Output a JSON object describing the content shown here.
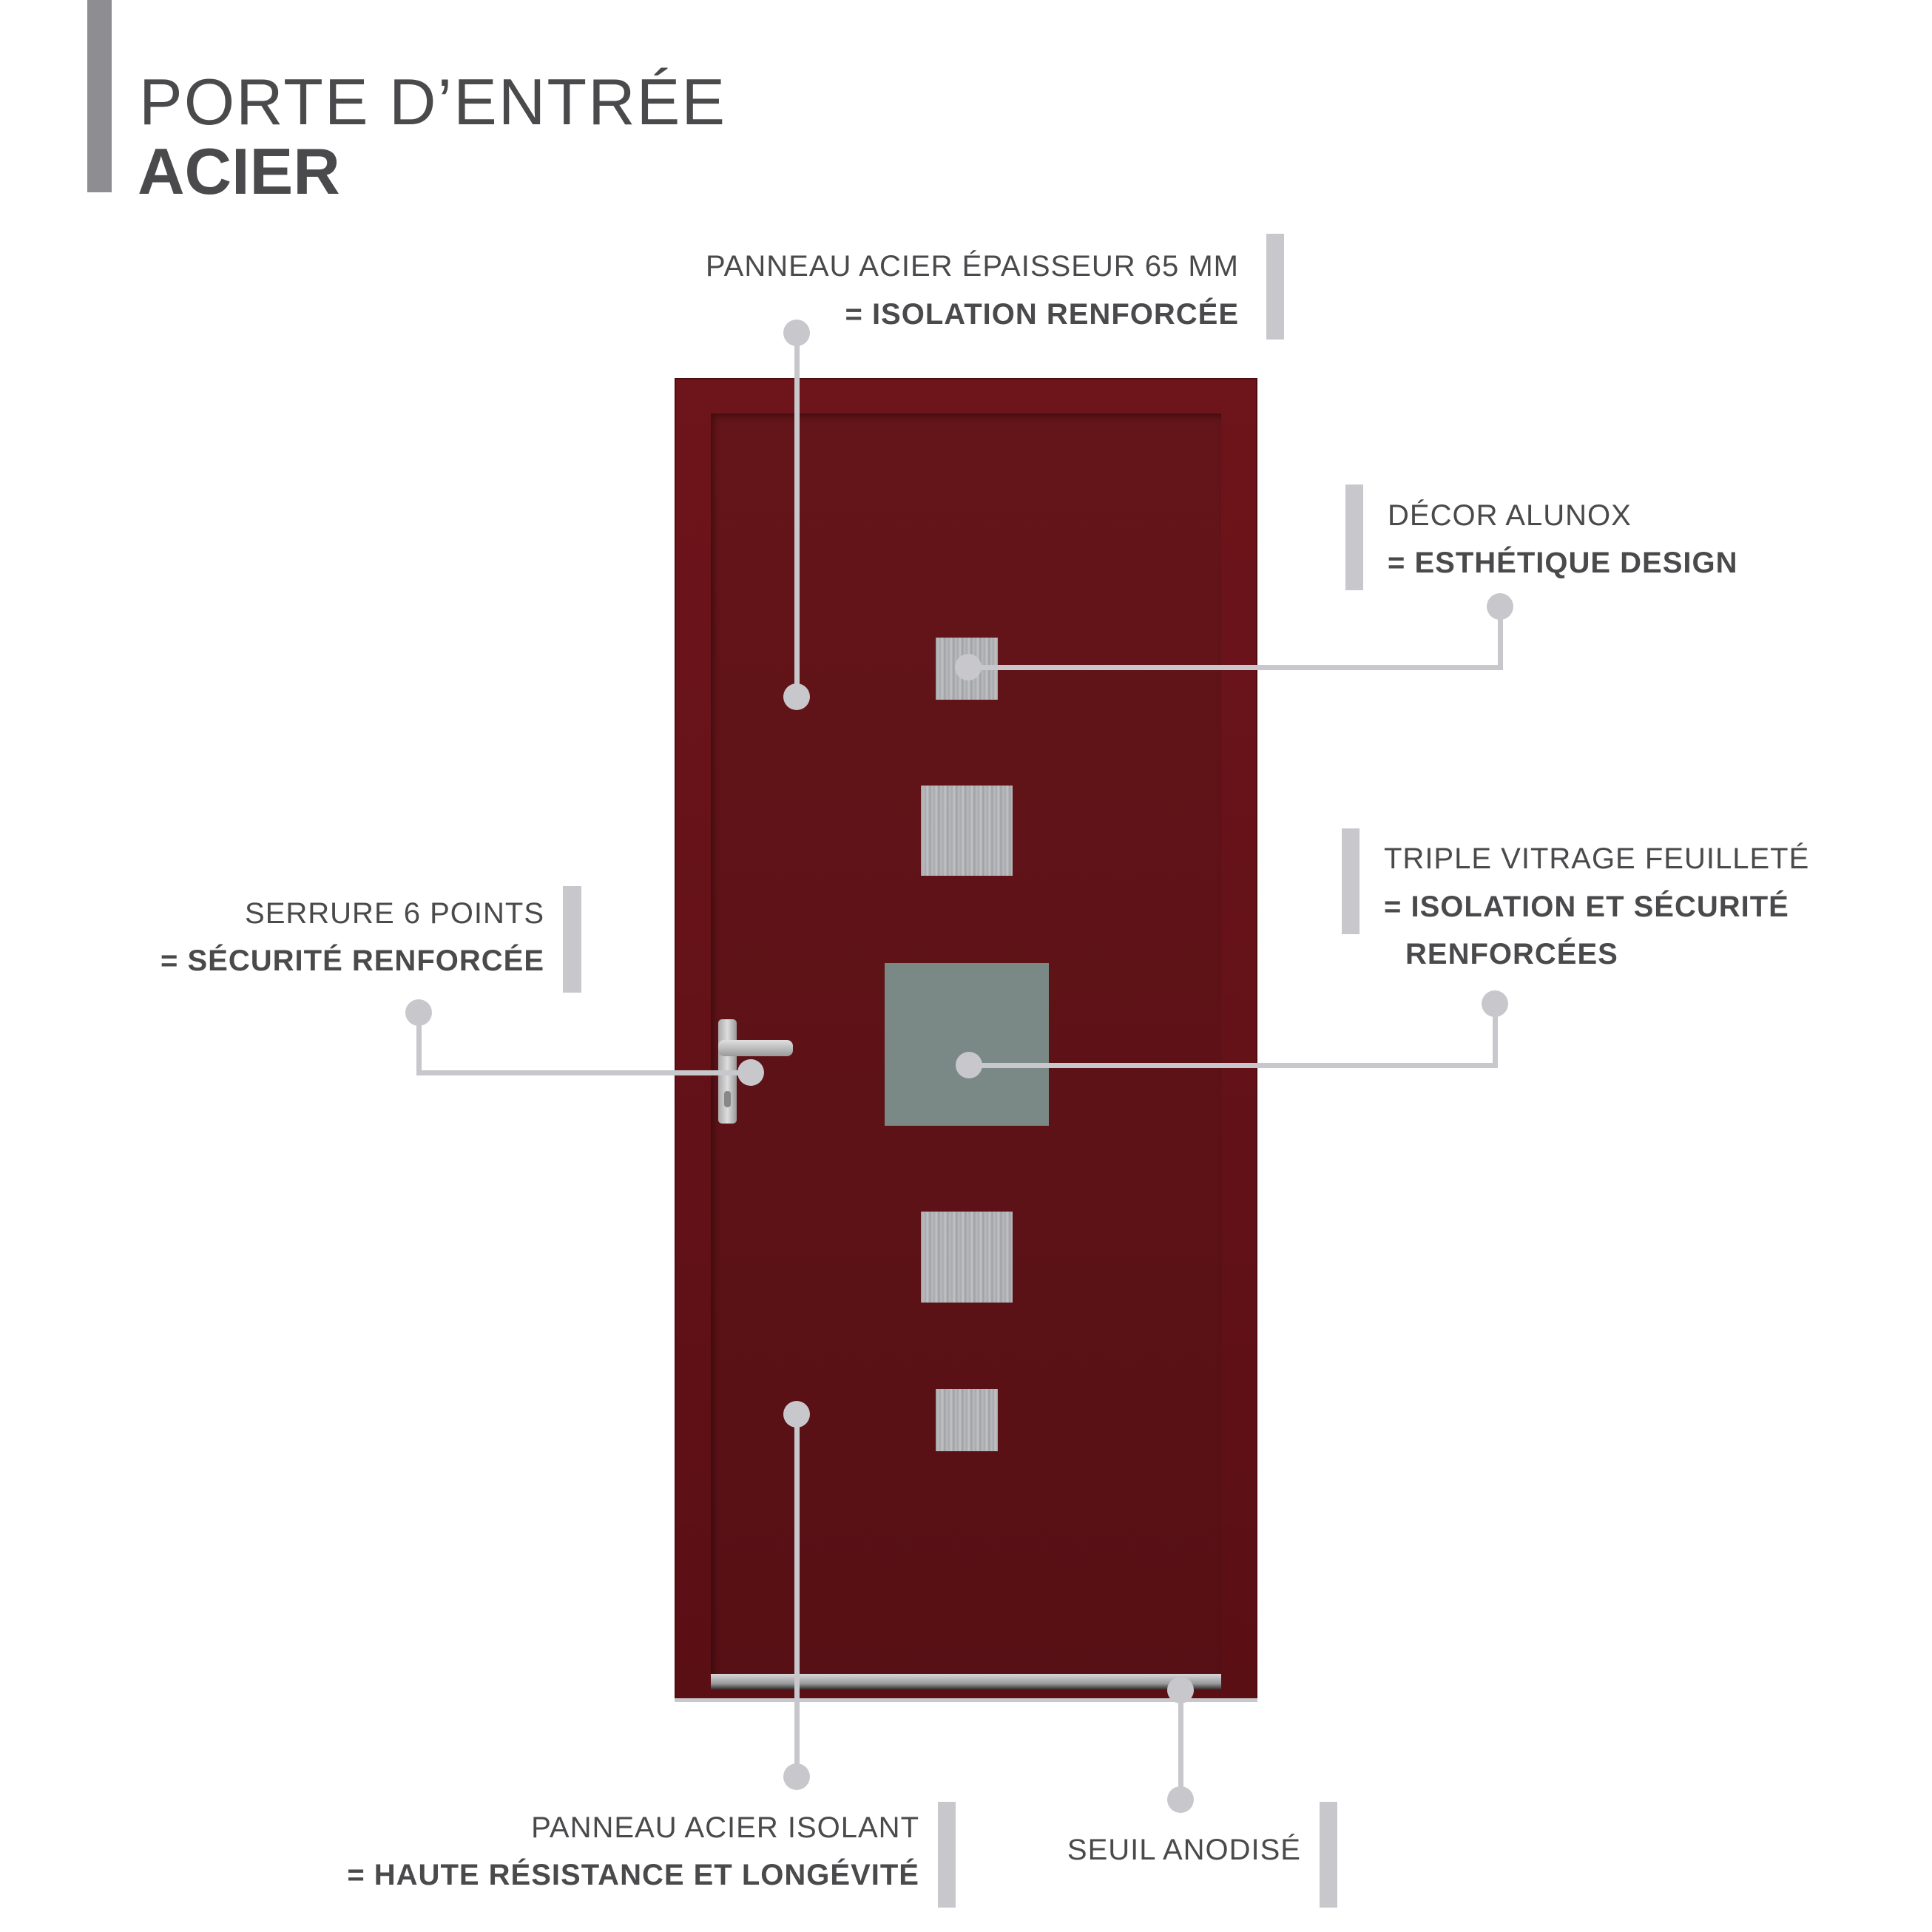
{
  "title": {
    "line1": "PORTE D’ENTRÉE",
    "line2": "ACIER"
  },
  "callouts": {
    "panneau_65": {
      "line1": "PANNEAU ACIER ÉPAISSEUR 65 MM",
      "line2": "= ISOLATION RENFORCÉE"
    },
    "decor": {
      "line1": "DÉCOR ALUNOX",
      "line2": "= ESTHÉTIQUE DESIGN"
    },
    "vitrage": {
      "line1": "TRIPLE VITRAGE FEUILLETÉ",
      "line2": "= ISOLATION ET SÉCURITÉ",
      "line3": "RENFORCÉES"
    },
    "serrure": {
      "line1": "SERRURE 6 POINTS",
      "line2": "= SÉCURITÉ RENFORCÉE"
    },
    "panneau_isolant": {
      "line1": "PANNEAU ACIER ISOLANT",
      "line2": "= HAUTE RÉSISTANCE ET LONGÉVITÉ"
    },
    "seuil": {
      "line1": "SEUIL ANODISÉ"
    }
  },
  "colors": {
    "door": "#5e1218",
    "frame": "#6a1219",
    "callout": "#c8c8cc",
    "text": "#4a4a4c"
  }
}
